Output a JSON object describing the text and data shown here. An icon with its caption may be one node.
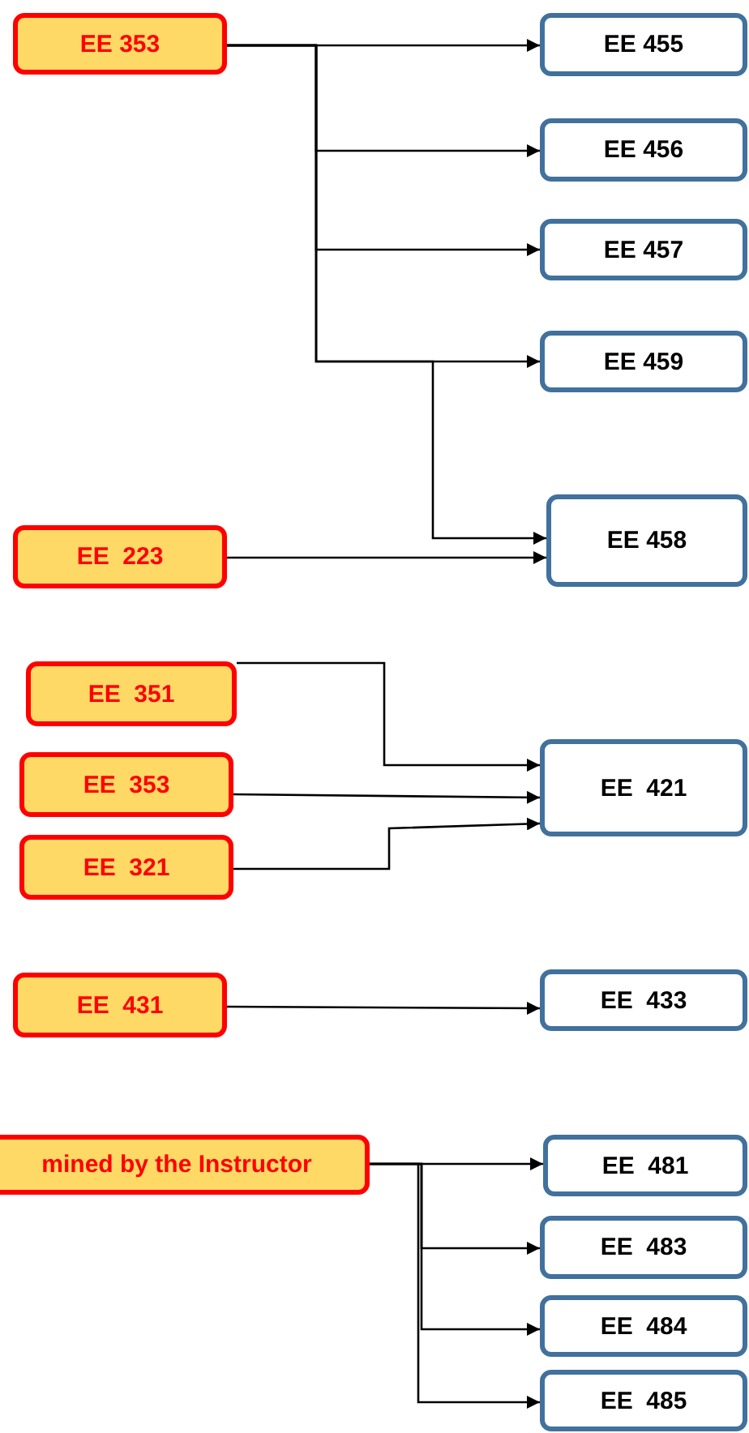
{
  "diagram": {
    "nodes": [
      {
        "text": [
          "EE 353"
        ]
      },
      {
        "text": [
          "EE 455"
        ]
      },
      {
        "text": [
          "EE 456"
        ]
      },
      {
        "text": [
          "EE 457"
        ]
      },
      {
        "text": [
          "EE 459"
        ]
      },
      {
        "text": [
          "EE 458"
        ]
      },
      {
        "text": [
          "EE  223"
        ]
      },
      {
        "text": [
          "EE  351"
        ]
      },
      {
        "text": [
          "EE  353"
        ]
      },
      {
        "text": [
          "EE  321"
        ]
      },
      {
        "text": [
          "EE  421"
        ]
      },
      {
        "text": [
          "EE  431"
        ]
      },
      {
        "text": [
          "EE  433"
        ]
      },
      {
        "text": [
          "mined by the Instructor"
        ]
      },
      {
        "text": [
          "EE  481"
        ]
      },
      {
        "text": [
          "EE  483"
        ]
      },
      {
        "text": [
          "EE  484"
        ]
      },
      {
        "text": [
          "EE  485"
        ]
      }
    ],
    "edges": [
      {
        "from": 0,
        "to": 1,
        "arrow": "to"
      },
      {
        "from": 0,
        "to": 2,
        "arrow": "to"
      },
      {
        "from": 0,
        "to": 3,
        "arrow": "to"
      },
      {
        "from": 0,
        "to": 4,
        "arrow": "to"
      },
      {
        "from": 0,
        "to": 5,
        "arrow": "to"
      },
      {
        "from": 6,
        "to": 5,
        "arrow": "to"
      },
      {
        "from": 7,
        "to": 10,
        "arrow": "to"
      },
      {
        "from": 8,
        "to": 10,
        "arrow": "to"
      },
      {
        "from": 9,
        "to": 10,
        "arrow": "to"
      },
      {
        "from": 11,
        "to": 12,
        "arrow": "to"
      },
      {
        "from": 13,
        "to": 14,
        "arrow": "to"
      },
      {
        "from": 13,
        "to": 15,
        "arrow": "to"
      },
      {
        "from": 13,
        "to": 16,
        "arrow": "to"
      },
      {
        "from": 13,
        "to": 17,
        "arrow": "to"
      }
    ]
  }
}
